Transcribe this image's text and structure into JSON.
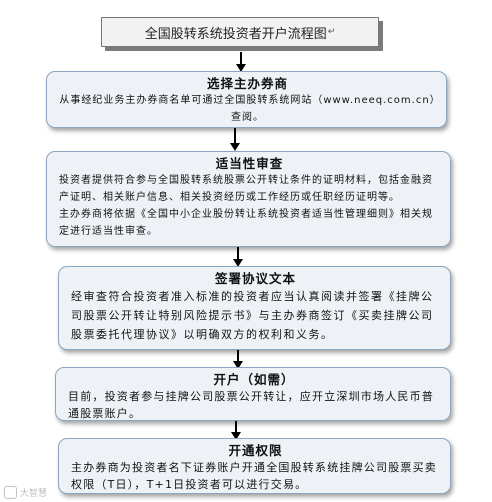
{
  "title": "全国股转系统投资者开户流程图",
  "steps": [
    {
      "title": "选择主办券商",
      "body": "从事经纪业务主办券商名单可通过全国股转系统网站（www.neeq.com.cn）查阅。"
    },
    {
      "title": "适当性审查",
      "body": "投资者提供符合参与全国股转系统股票公开转让条件的证明材料，包括金融资产证明、相关账户信息、相关投资经历或工作经历或任职经历证明等。\n主办券商将依据《全国中小企业股份转让系统投资者适当性管理细则》相关规定进行适当性审查。"
    },
    {
      "title": "签署协议文本",
      "body": "经审查符合投资者准入标准的投资者应当认真阅读并签署《挂牌公司股票公开转让特别风险提示书》与主办券商签订《买卖挂牌公司股票委托代理协议》以明确双方的权利和义务。"
    },
    {
      "title": "开户（如需）",
      "body": "目前，投资者参与挂牌公司股票公开转让，应开立深圳市场人民币普通股票账户。"
    },
    {
      "title": "开通权限",
      "body": "主办券商为投资者名下证券账户开通全国股转系统挂牌公司股票买卖权限（T日），T+1日投资者可以进行交易。"
    }
  ],
  "watermark": "大智慧"
}
